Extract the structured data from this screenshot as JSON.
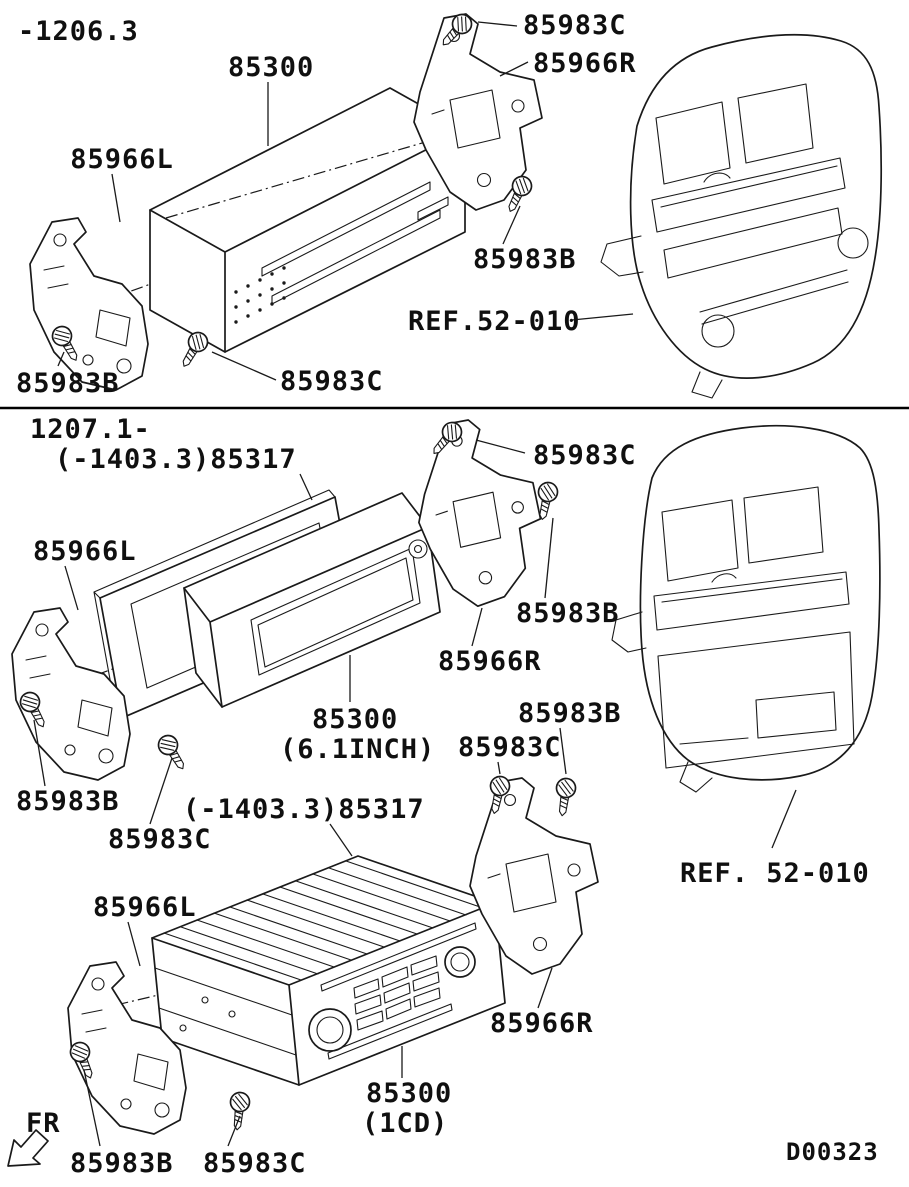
{
  "page": {
    "drawing_code": "D00323",
    "fr_label": "FR"
  },
  "top_section": {
    "date_range": "-1206.3",
    "labels": {
      "radio": "85300",
      "screw_top": "85983C",
      "bracket_right": "85966R",
      "screw_right": "85983B",
      "ref_panel": "REF.52-010",
      "bracket_left": "85966L",
      "screw_left": "85983B",
      "screw_bottom": "85983C"
    }
  },
  "mid_section": {
    "date_range": "1207.1-",
    "labels": {
      "face_panel": "(-1403.3)85317",
      "screw_top": "85983C",
      "bracket_left": "85966L",
      "screw_right": "85983B",
      "bracket_right": "85966R",
      "radio": "85300",
      "radio_size": "(6.1INCH)",
      "screw_left": "85983B",
      "screw_mid": "85983C"
    }
  },
  "bottom_section": {
    "labels": {
      "face_panel": "(-1403.3)85317",
      "screw_b": "85983B",
      "screw_c": "85983C",
      "bracket_right": "85966R",
      "bracket_left": "85966L",
      "radio": "85300",
      "radio_type": "(1CD)",
      "screw_left": "85983B",
      "screw_bottom": "85983C",
      "ref_panel": "REF. 52-010"
    }
  }
}
